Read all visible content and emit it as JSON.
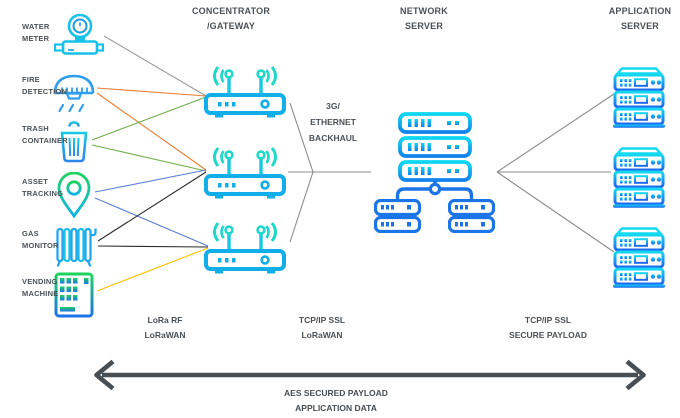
{
  "headers": {
    "concentrator": "CONCENTRATOR\n/GATEWAY",
    "network": "NETWORK\nSERVER",
    "application": "APPLICATION\nSERVER"
  },
  "devices": [
    {
      "label": "WATER\nMETER",
      "icon": "water-meter-icon"
    },
    {
      "label": "FIRE\nDETECTION",
      "icon": "smoke-detector-icon"
    },
    {
      "label": "TRASH\nCONTAINER",
      "icon": "trash-can-icon"
    },
    {
      "label": "ASSET\nTRACKING",
      "icon": "location-pin-icon"
    },
    {
      "label": "GAS\nMONITOR",
      "icon": "radiator-icon"
    },
    {
      "label": "VENDING\nMACHINE",
      "icon": "vending-machine-icon"
    }
  ],
  "nodes": {
    "gateways": [
      {
        "name": "gateway-1",
        "icon": "router-icon"
      },
      {
        "name": "gateway-2",
        "icon": "router-icon"
      },
      {
        "name": "gateway-3",
        "icon": "router-icon"
      }
    ],
    "network_server": {
      "icon": "server-cluster-icon"
    },
    "application_servers": [
      {
        "name": "application-server-1",
        "icon": "server-rack-icon"
      },
      {
        "name": "application-server-2",
        "icon": "server-rack-icon"
      },
      {
        "name": "application-server-3",
        "icon": "server-rack-icon"
      }
    ]
  },
  "labels": {
    "backhaul": "3G/\nETHERNET\nBACKHAUL",
    "lora": "LoRa RF\nLoRaWAN",
    "tcpip_lorawan": "TCP/IP SSL\nLoRaWAN",
    "tcpip_secure": "TCP/IP SSL\nSECURE PAYLOAD",
    "aes": "AES SECURED PAYLOAD\nAPPLICATION DATA"
  },
  "connections": [
    {
      "from": "water-meter",
      "to": "gateway-1",
      "color": "#9a9a9a"
    },
    {
      "from": "fire-detection",
      "to": "gateway-1",
      "color": "#ed7d31"
    },
    {
      "from": "fire-detection",
      "to": "gateway-2",
      "color": "#ed7d31"
    },
    {
      "from": "trash-container",
      "to": "gateway-1",
      "color": "#70ad47"
    },
    {
      "from": "trash-container",
      "to": "gateway-2",
      "color": "#70ad47"
    },
    {
      "from": "asset-tracking",
      "to": "gateway-2",
      "color": "#5b7fd4"
    },
    {
      "from": "asset-tracking",
      "to": "gateway-3",
      "color": "#5b7fd4"
    },
    {
      "from": "gas-monitor",
      "to": "gateway-2",
      "color": "#2b2b2b"
    },
    {
      "from": "gas-monitor",
      "to": "gateway-3",
      "color": "#2b2b2b"
    },
    {
      "from": "vending-machine",
      "to": "gateway-3",
      "color": "#ffc000"
    },
    {
      "from": "gateway-1",
      "to": "network-server",
      "color": "#8c8c8c"
    },
    {
      "from": "gateway-2",
      "to": "network-server",
      "color": "#8c8c8c"
    },
    {
      "from": "gateway-3",
      "to": "network-server",
      "color": "#8c8c8c"
    },
    {
      "from": "network-server",
      "to": "application-server-1",
      "color": "#8c8c8c"
    },
    {
      "from": "network-server",
      "to": "application-server-2",
      "color": "#8c8c8c"
    },
    {
      "from": "network-server",
      "to": "application-server-3",
      "color": "#8c8c8c"
    }
  ],
  "colors": {
    "cyan": "#13b3ec",
    "teal_waves": "#1fd9c8",
    "green": "#1fd35e",
    "blue": "#1b74e8",
    "text": "#4b5257",
    "arrow": "#474e54"
  }
}
